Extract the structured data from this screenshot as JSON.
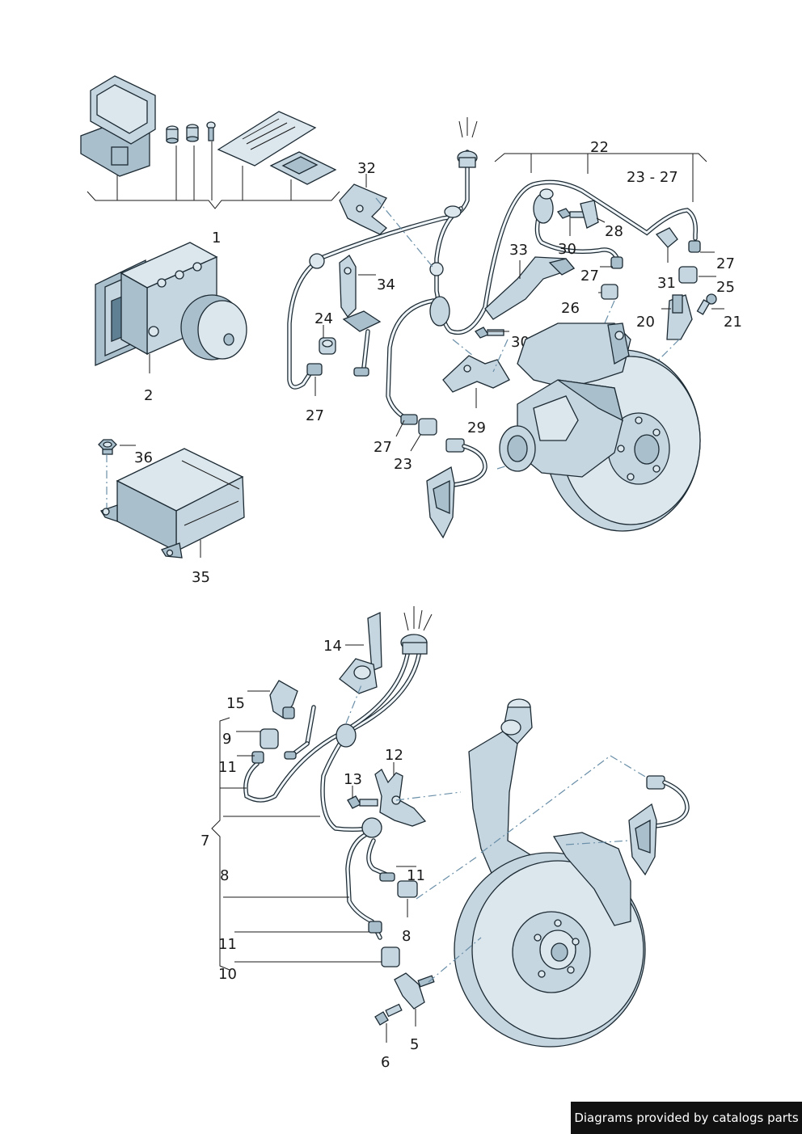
{
  "labels": {
    "l1": "1",
    "l2": "2",
    "l5": "5",
    "l6": "6",
    "l7": "7",
    "l8a": "8",
    "l8b": "8",
    "l9": "9",
    "l10": "10",
    "l11a": "11",
    "l11b": "11",
    "l11c": "11",
    "l12": "12",
    "l13": "13",
    "l14": "14",
    "l15": "15",
    "l20": "20",
    "l21": "21",
    "l22": "22",
    "l23_27": "23 - 27",
    "l23": "23",
    "l24": "24",
    "l25": "25",
    "l26": "26",
    "l27a": "27",
    "l27b": "27",
    "l27c": "27",
    "l27d": "27",
    "l28": "28",
    "l29": "29",
    "l30a": "30",
    "l30b": "30",
    "l31": "31",
    "l32": "32",
    "l33": "33",
    "l34": "34",
    "l35": "35",
    "l36": "36"
  },
  "footer": {
    "text": "Diagrams provided by catalogs parts"
  },
  "colors": {
    "part_fill": "#c6d6e0",
    "outline": "#1c2a33",
    "leader_dash": "#6a8fa8",
    "footer_bg": "#111111"
  }
}
